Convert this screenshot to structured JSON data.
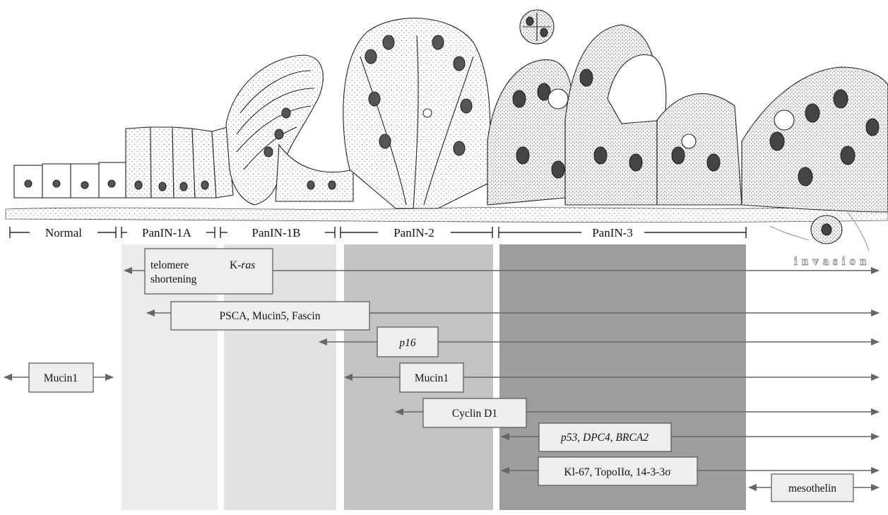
{
  "stages": [
    {
      "id": "normal",
      "label": "Normal"
    },
    {
      "id": "panin1a",
      "label": "PanIN-1A"
    },
    {
      "id": "panin1b",
      "label": "PanIN-1B"
    },
    {
      "id": "panin2",
      "label": "PanIN-2"
    },
    {
      "id": "panin3",
      "label": "PanIN-3"
    }
  ],
  "invasion_label": "invasion",
  "markers": [
    {
      "id": "telomere",
      "lines": [
        "telomere",
        "shortening"
      ],
      "extra": {
        "prefix": "K-",
        "italic": "ras"
      }
    },
    {
      "id": "psca",
      "text": "PSCA, Mucin5, Fascin"
    },
    {
      "id": "p16",
      "text": "p16",
      "italic": true
    },
    {
      "id": "mucin1-normal",
      "text": "Mucin1"
    },
    {
      "id": "mucin1",
      "text": "Mucin1"
    },
    {
      "id": "cyclin",
      "text": "Cyclin D1"
    },
    {
      "id": "p53",
      "text": "p53, DPC4, BRCA2",
      "italic": true
    },
    {
      "id": "ki67",
      "text": "Kl-67, TopoIIα, 14-3-3σ"
    },
    {
      "id": "mesothelin",
      "text": "mesothelin"
    }
  ],
  "colors": {
    "panin1a_band": "#ececec",
    "panin1b_band": "#e2e2e2",
    "panin2_band": "#c3c3c3",
    "panin3_band": "#9d9d9d",
    "box_fill": "#eeeeee",
    "arrow": "#666666"
  }
}
